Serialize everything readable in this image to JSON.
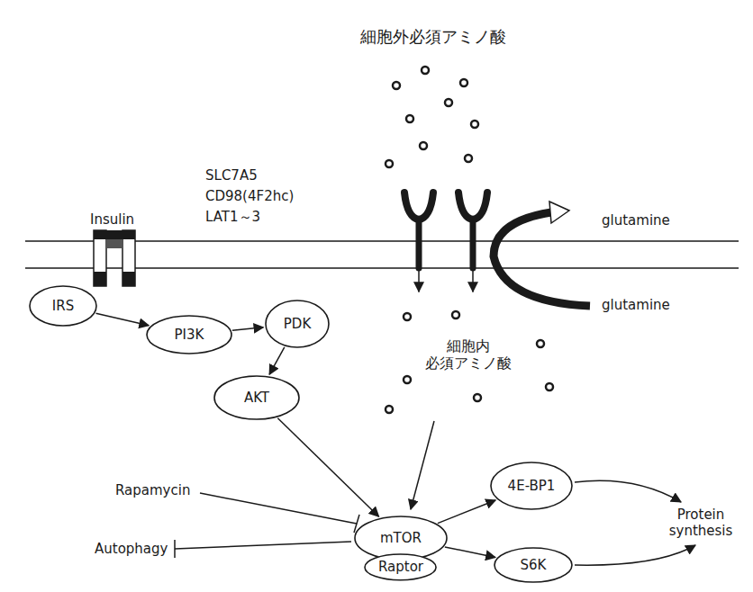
{
  "diagram": {
    "nodes": [
      {
        "text": [
          "IRS"
        ]
      },
      {
        "text": [
          "PI3K"
        ]
      },
      {
        "text": [
          "PDK"
        ]
      },
      {
        "text": [
          "AKT"
        ]
      },
      {
        "text": [
          "mTOR"
        ]
      },
      {
        "text": [
          "Raptor"
        ]
      },
      {
        "text": [
          "4E-BP1"
        ]
      },
      {
        "text": [
          "S6K"
        ]
      }
    ],
    "edges": [
      {
        "from": 0,
        "to": 1,
        "arrow": "to"
      },
      {
        "from": 1,
        "to": 2,
        "arrow": "to"
      },
      {
        "from": 2,
        "to": 3,
        "arrow": "to"
      },
      {
        "from": 3,
        "to": 4,
        "arrow": "to"
      },
      {
        "from": 4,
        "to": 6,
        "arrow": "to"
      },
      {
        "from": 4,
        "to": 7,
        "arrow": "to"
      }
    ],
    "labels": [
      "細胞外必須アミノ酸",
      "Insulin",
      "SLC7A5",
      "CD98(4F2hc)",
      "LAT1～3",
      "glutamine",
      "glutamine",
      "細胞内 必須アミノ酸",
      "Rapamycin",
      "Autophagy",
      "Protein synthesis"
    ]
  }
}
